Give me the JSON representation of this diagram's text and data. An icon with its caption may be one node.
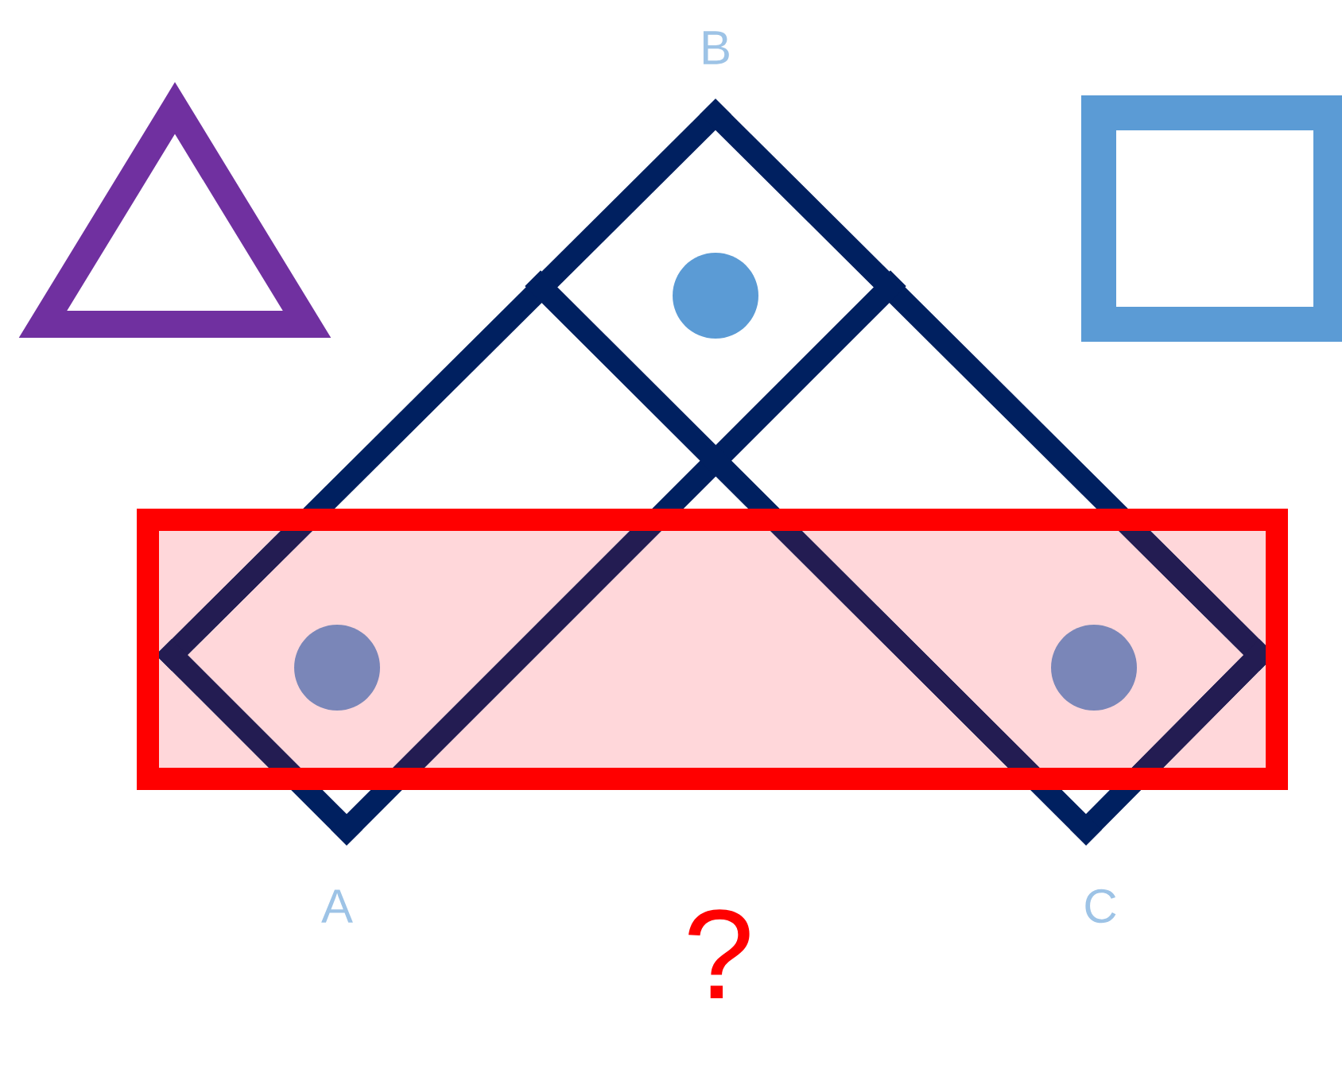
{
  "diagram": {
    "labels": [
      "B",
      "A",
      "C",
      "?"
    ]
  }
}
